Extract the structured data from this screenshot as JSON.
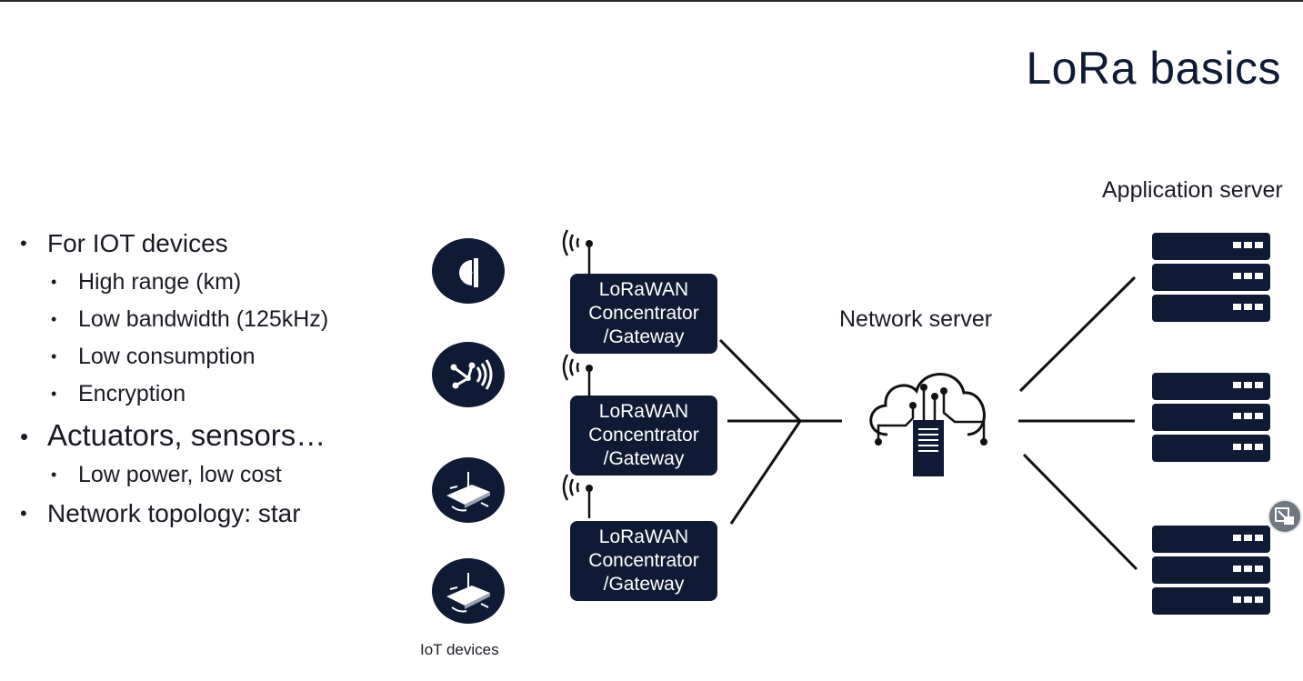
{
  "slide": {
    "title": "LoRa basics"
  },
  "bullets": [
    {
      "level": 1,
      "text": "For IOT devices"
    },
    {
      "level": 2,
      "text": "High range (km)"
    },
    {
      "level": 2,
      "text": "Low bandwidth (125kHz)"
    },
    {
      "level": 2,
      "text": "Low consumption"
    },
    {
      "level": 2,
      "text": "Encryption"
    },
    {
      "level": 1,
      "text": "Actuators, sensors…"
    },
    {
      "level": 2,
      "text": "Low power, low cost"
    },
    {
      "level": 1,
      "text": "Network topology: star"
    }
  ],
  "diagram": {
    "iot_label": "IoT devices",
    "gateways": [
      {
        "line1": "LoRaWAN",
        "line2": "Concentrator",
        "line3": "/Gateway"
      },
      {
        "line1": "LoRaWAN",
        "line2": "Concentrator",
        "line3": "/Gateway"
      },
      {
        "line1": "LoRaWAN",
        "line2": "Concentrator",
        "line3": "/Gateway"
      }
    ],
    "network_label": "Network server",
    "app_label": "Application server",
    "icons": {
      "devices": [
        "light-sensor-icon",
        "drone-icon",
        "sensor-board-icon",
        "sensor-board-icon"
      ],
      "network": "cloud-server-icon",
      "app_servers": "server-rack-icon",
      "antenna": "antenna-signal-icon",
      "corner_button": "picture-in-picture-icon"
    },
    "colors": {
      "navy": "#0f1a35",
      "text": "#1a1a24",
      "white": "#ffffff",
      "button_gray": "#6f7780"
    }
  }
}
